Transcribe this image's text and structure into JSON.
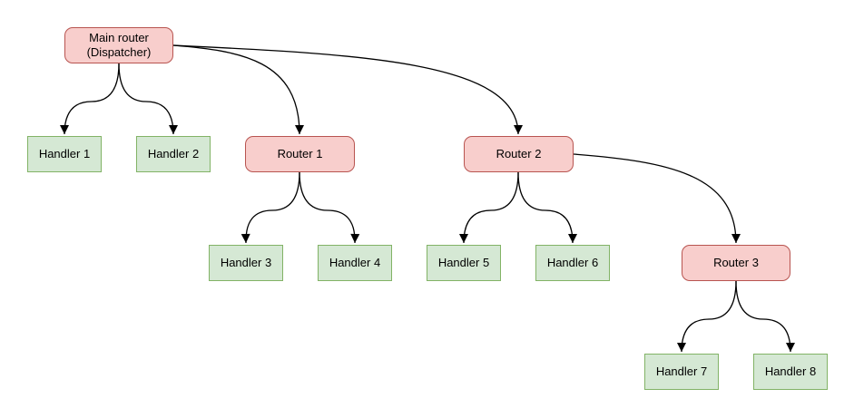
{
  "canvas": {
    "background": "#ffffff"
  },
  "colors": {
    "router-fill": "#f8cecc",
    "router-stroke": "#b85450",
    "handler-fill": "#d5e8d4",
    "handler-stroke": "#82b366",
    "edge-stroke": "#000000",
    "text-color": "#000000"
  },
  "nodes": {
    "main": {
      "line1": "Main router",
      "line2": "(Dispatcher)",
      "type": "router"
    },
    "router1": {
      "label": "Router 1",
      "type": "router"
    },
    "router2": {
      "label": "Router 2",
      "type": "router"
    },
    "router3": {
      "label": "Router 3",
      "type": "router"
    },
    "handler1": {
      "label": "Handler 1",
      "type": "handler"
    },
    "handler2": {
      "label": "Handler 2",
      "type": "handler"
    },
    "handler3": {
      "label": "Handler 3",
      "type": "handler"
    },
    "handler4": {
      "label": "Handler 4",
      "type": "handler"
    },
    "handler5": {
      "label": "Handler 5",
      "type": "handler"
    },
    "handler6": {
      "label": "Handler 6",
      "type": "handler"
    },
    "handler7": {
      "label": "Handler 7",
      "type": "handler"
    },
    "handler8": {
      "label": "Handler 8",
      "type": "handler"
    }
  },
  "edges": [
    {
      "from": "Main router (Dispatcher)",
      "to": "Handler 1"
    },
    {
      "from": "Main router (Dispatcher)",
      "to": "Handler 2"
    },
    {
      "from": "Main router (Dispatcher)",
      "to": "Router 1"
    },
    {
      "from": "Main router (Dispatcher)",
      "to": "Router 2"
    },
    {
      "from": "Router 1",
      "to": "Handler 3"
    },
    {
      "from": "Router 1",
      "to": "Handler 4"
    },
    {
      "from": "Router 2",
      "to": "Handler 5"
    },
    {
      "from": "Router 2",
      "to": "Handler 6"
    },
    {
      "from": "Router 2",
      "to": "Router 3"
    },
    {
      "from": "Router 3",
      "to": "Handler 7"
    },
    {
      "from": "Router 3",
      "to": "Handler 8"
    }
  ]
}
